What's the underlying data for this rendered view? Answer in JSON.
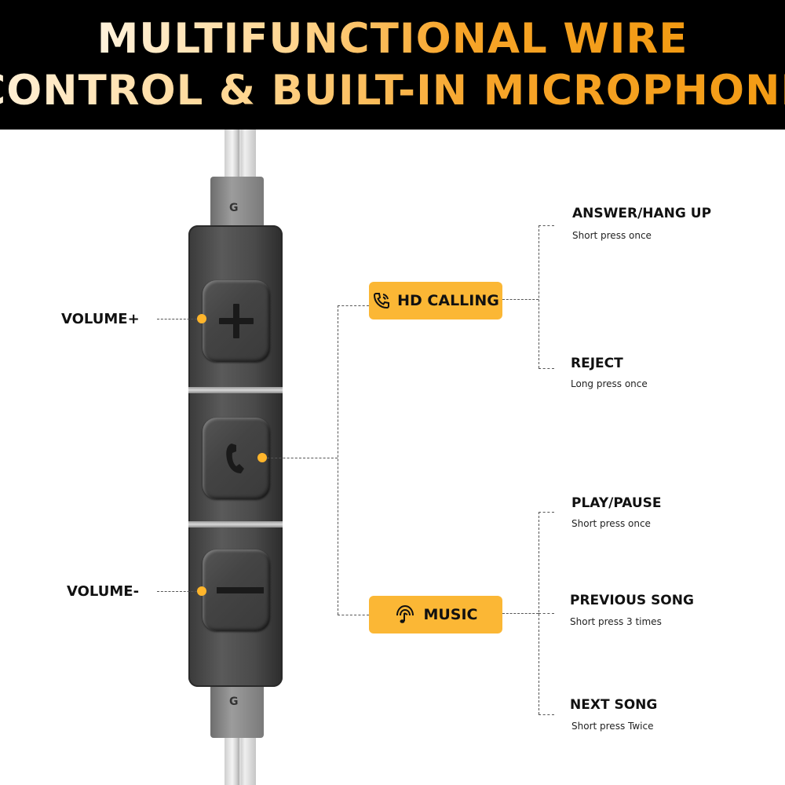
{
  "header": {
    "line1": "MULTIFUNCTIONAL WIRE",
    "line2": "CONTROL & BUILT-IN MICROPHONE"
  },
  "colors": {
    "accent": "#fbb735",
    "header_bg": "#000000",
    "remote_body": "#4a4a4a"
  },
  "remote": {
    "top_mark": "G",
    "bottom_mark": "G"
  },
  "left_labels": {
    "volume_up": "VOLUME+",
    "volume_down": "VOLUME-"
  },
  "groups": {
    "calling": {
      "label": "HD CALLING",
      "icon": "phone-icon",
      "functions": [
        {
          "title": "ANSWER/HANG UP",
          "action": "Short press once"
        },
        {
          "title": "REJECT",
          "action": "Long press once"
        }
      ]
    },
    "music": {
      "label": "MUSIC",
      "icon": "music-icon",
      "functions": [
        {
          "title": "PLAY/PAUSE",
          "action": "Short press once"
        },
        {
          "title": "PREVIOUS SONG",
          "action": "Short press 3 times"
        },
        {
          "title": "NEXT SONG",
          "action": "Short press Twice"
        }
      ]
    }
  }
}
